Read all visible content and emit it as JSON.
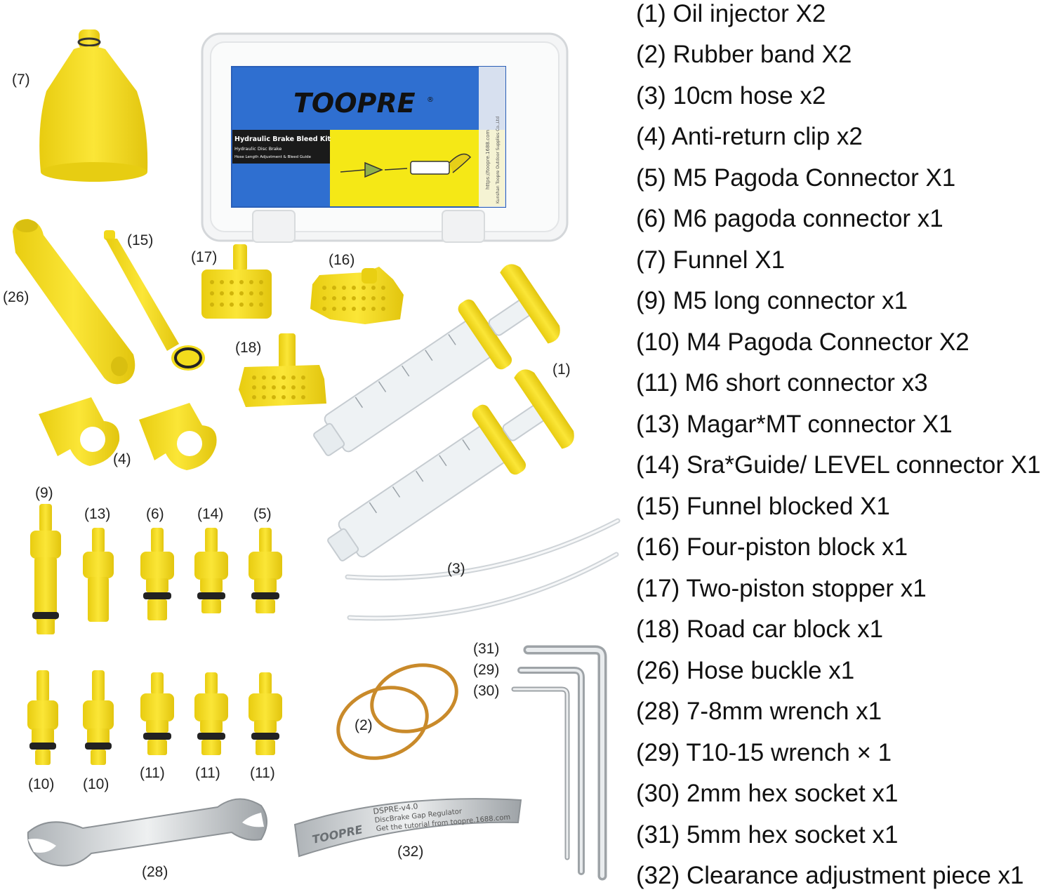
{
  "colors": {
    "part_yellow": "#f7df1e",
    "part_yellow_shadow": "#d9bf10",
    "panel_blue": "#2f6fd0",
    "panel_yellow": "#f5e816",
    "metal": "#cfd3d6",
    "rubber_band": "#c98a2a"
  },
  "box": {
    "brand": "TOOPRE",
    "registered": "®",
    "kit_title": "Hydraulic Brake Bleed Kit",
    "kit_subtitle_1": "Hydraulic Disc Brake",
    "kit_subtitle_2": "Hose Length Adjustment & Bleed Guide",
    "side_url": "https://toopre.1688.com",
    "side_company": "Kunshan Toopre Outdoor Supplies Co.,Ltd"
  },
  "gauge_plate": {
    "model": "DSPRE-v4.0",
    "line1": "DiscBrake Gap Regulator",
    "line2": "Get the tutorial from toopre.1688.com",
    "brand": "TOOPRE"
  },
  "callouts": {
    "c7": "(7)",
    "c15": "(15)",
    "c26": "(26)",
    "c17": "(17)",
    "c16": "(16)",
    "c18": "(18)",
    "c1": "(1)",
    "c4": "(4)",
    "c9": "(9)",
    "c13": "(13)",
    "c6": "(6)",
    "c14": "(14)",
    "c5": "(5)",
    "c3": "(3)",
    "c10a": "(10)",
    "c10b": "(10)",
    "c11a": "(11)",
    "c11b": "(11)",
    "c11c": "(11)",
    "c31": "(31)",
    "c29": "(29)",
    "c30": "(30)",
    "c2": "(2)",
    "c28": "(28)",
    "c32": "(32)"
  },
  "parts_list": [
    "(1) Oil injector X2",
    "(2) Rubber band X2",
    "(3) 10cm hose x2",
    "(4) Anti-return clip x2",
    "(5) M5 Pagoda Connector X1",
    "(6) M6 pagoda connector x1",
    "(7) Funnel X1",
    "(9) M5 long connector x1",
    "(10) M4 Pagoda Connector X2",
    "(11) M6 short connector x3",
    "(13) Magar*MT connector X1",
    "(14) Sra*Guide/ LEVEL connector X1",
    "(15) Funnel blocked X1",
    "(16) Four-piston block x1",
    "(17) Two-piston stopper x1",
    "(18) Road car block x1",
    "(26) Hose buckle x1",
    "(28) 7-8mm wrench x1",
    "(29) T10-15 wrench × 1",
    "(30) 2mm hex socket x1",
    "(31) 5mm hex socket x1",
    "(32) Clearance adjustment piece x1"
  ]
}
